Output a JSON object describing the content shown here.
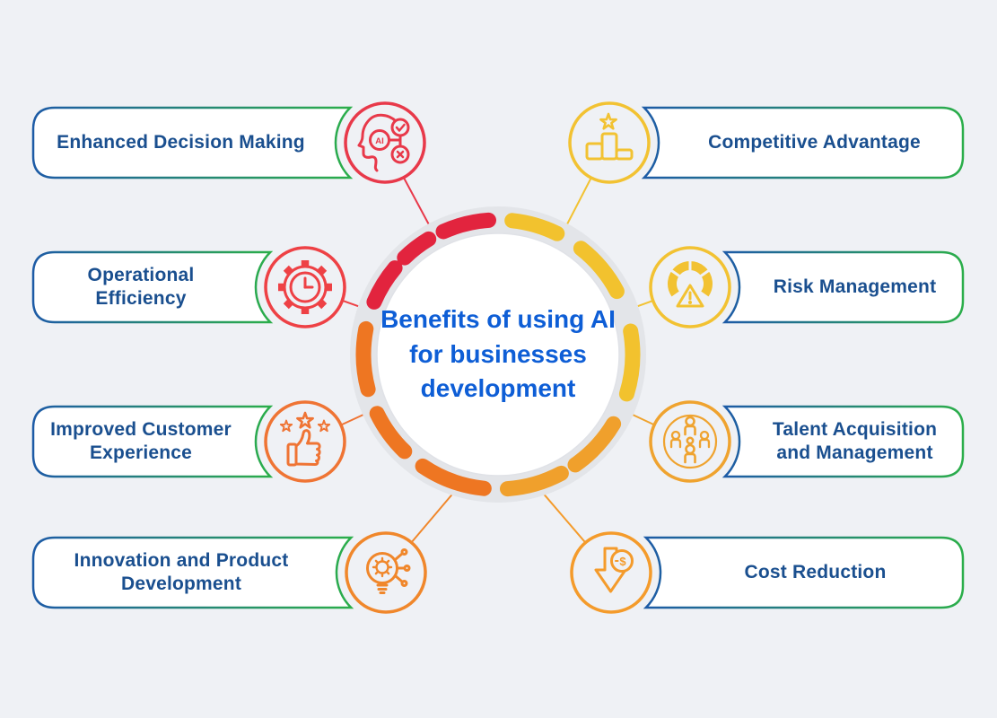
{
  "title": {
    "text": "Benefits of using AI for businesses development",
    "color": "#0e5ed6"
  },
  "items": [
    {
      "label": "Enhanced Decision Making",
      "side": "left",
      "icon": "ai-head-icon",
      "color": "#e8394a",
      "icon_text": "AI"
    },
    {
      "label": "Operational Efficiency",
      "side": "left",
      "icon": "gear-clock-icon",
      "color": "#ee4145"
    },
    {
      "label": "Improved Customer Experience",
      "side": "left",
      "icon": "thumbs-up-stars-icon",
      "color": "#ef7434"
    },
    {
      "label": "Innovation and Product Development",
      "side": "left",
      "icon": "bulb-gear-icon",
      "color": "#f0872b"
    },
    {
      "label": "Competitive Advantage",
      "side": "right",
      "icon": "podium-star-icon",
      "color": "#f2c232"
    },
    {
      "label": "Risk Management",
      "side": "right",
      "icon": "gauge-warning-icon",
      "color": "#f2c232"
    },
    {
      "label": "Talent Acquisition and Management",
      "side": "right",
      "icon": "people-org-icon",
      "color": "#efa32f"
    },
    {
      "label": "Cost Reduction",
      "side": "right",
      "icon": "arrow-dollar-icon",
      "color": "#f49b2b",
      "icon_text": "$"
    }
  ],
  "colors": {
    "background": "#eff1f5",
    "label_text": "#1a4f8f",
    "box_border_blue": "#1d5ba6",
    "box_border_green": "#2bae4a",
    "ring_gray": "#e3e5e9",
    "dash_red": "#e2243e",
    "dash_orange": "#ee7622",
    "dash_amber": "#f0a02c",
    "dash_yellow": "#f2c22e"
  }
}
